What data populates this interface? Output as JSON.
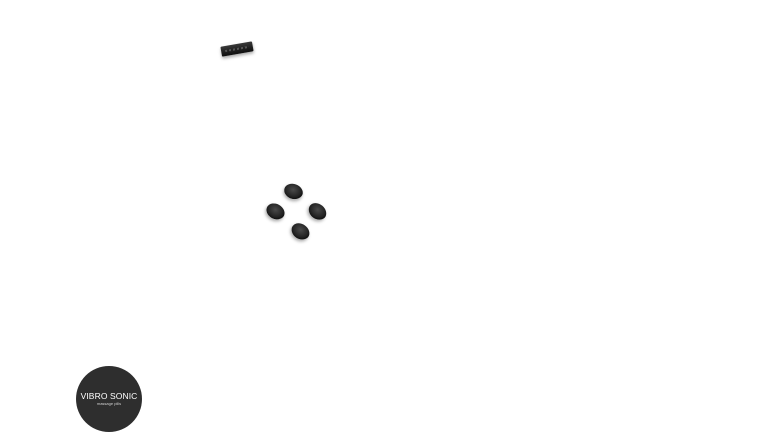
{
  "objects": {
    "strip": "dark-strip",
    "discs": [
      "disc",
      "disc",
      "disc",
      "disc"
    ]
  },
  "logo": {
    "wordmark": "VIBRO SONIC",
    "tagline": "massage pills",
    "background": "#2e2e2e",
    "text_color": "#ffffff"
  },
  "colors": {
    "page_background": "#ffffff"
  }
}
